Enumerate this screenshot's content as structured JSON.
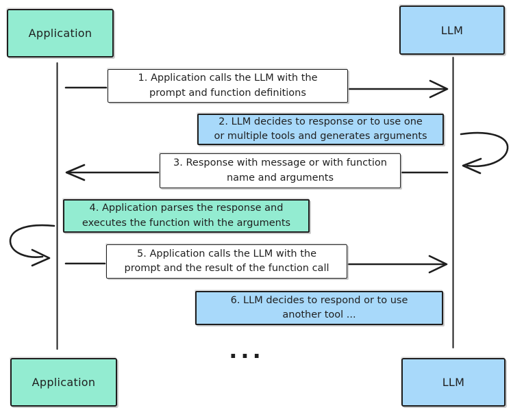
{
  "colors": {
    "stroke": "#1e1e1e",
    "mint": "#93ecd1",
    "blue": "#a8d9fa",
    "white": "#ffffff"
  },
  "actors": {
    "application": "Application",
    "llm": "LLM"
  },
  "messages": [
    {
      "step": 1,
      "from": "Application",
      "to": "LLM",
      "style": "white",
      "lines": [
        "1. Application calls the LLM with the",
        "prompt and function definitions"
      ]
    },
    {
      "step": 2,
      "actor": "LLM",
      "style": "blue",
      "lines": [
        "2. LLM decides to response or to use one",
        "or multiple tools and generates arguments"
      ]
    },
    {
      "step": 3,
      "from": "LLM",
      "to": "Application",
      "style": "white",
      "lines": [
        "3. Response with message or with function",
        "name and arguments"
      ]
    },
    {
      "step": 4,
      "actor": "Application",
      "style": "mint",
      "lines": [
        "4. Application parses the response and",
        "executes the function with the arguments"
      ]
    },
    {
      "step": 5,
      "from": "Application",
      "to": "LLM",
      "style": "white",
      "lines": [
        "5. Application calls the LLM with the",
        "prompt and the result of the function call"
      ]
    },
    {
      "step": 6,
      "actor": "LLM",
      "style": "blue",
      "lines": [
        "6. LLM decides to respond or to use",
        "another tool ..."
      ]
    }
  ],
  "continuation_ellipsis": "..."
}
